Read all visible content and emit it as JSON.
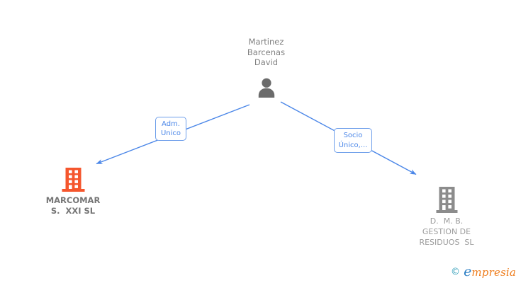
{
  "diagram": {
    "person": {
      "name": "Martinez\nBarcenas\nDavid"
    },
    "edges": [
      {
        "label": "Adm.\nUnico"
      },
      {
        "label": "Socio\nÚnico,..."
      }
    ],
    "companies": [
      {
        "name": "MARCOMAR\nS.  XXI SL",
        "highlighted": true
      },
      {
        "name": "D.  M. B.\nGESTION DE\nRESIDUOS  SL",
        "highlighted": false
      }
    ]
  },
  "colors": {
    "edge_blue": "#4a86e8",
    "edge_label_border": "#6d9eea",
    "person_gray": "#6b6b6b",
    "company_highlight_orange": "#f5562d",
    "company_gray": "#8c8c8c",
    "name_text_gray": "#808080"
  },
  "watermark": {
    "copyright": "©",
    "brand_initial": "e",
    "brand_rest": "mpresia"
  }
}
